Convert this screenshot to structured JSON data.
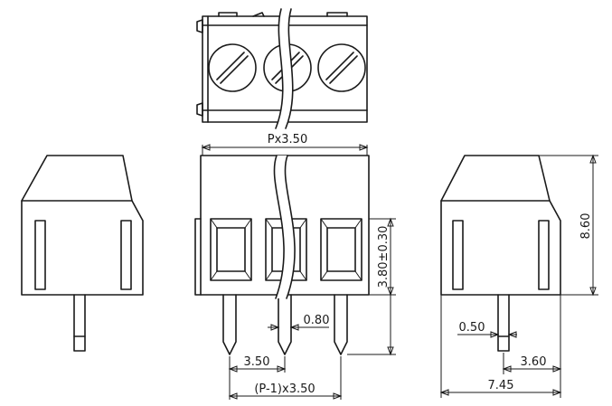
{
  "dimensions": {
    "pitch_total": "Px3.50",
    "height": "8.60",
    "clamp_height": "3.80±0.30",
    "pin_width": "0.80",
    "pitch": "3.50",
    "pin_span": "(P-1)x3.50",
    "pin_thickness": "0.50",
    "pin_length": "3.60",
    "depth": "7.45"
  },
  "colors": {
    "line": "#1a1a1a",
    "background": "#ffffff"
  }
}
